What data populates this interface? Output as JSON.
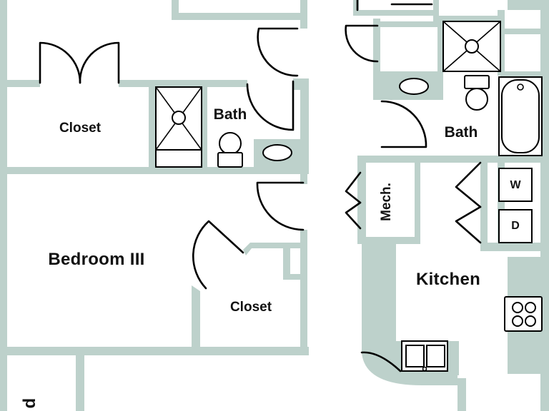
{
  "colors": {
    "wall": "#bdd1cb",
    "line": "#000000",
    "floor": "#ffffff",
    "text": "#111111"
  },
  "rooms": {
    "closet_top": "Closet",
    "bath_left": "Bath",
    "bedroom": "Bedroom III",
    "closet_bedroom": "Closet",
    "bath_right": "Bath",
    "mechanical": "Mech.",
    "kitchen": "Kitchen",
    "partial_room_letter": "d"
  },
  "appliances": {
    "washer": "W",
    "dryer": "D"
  },
  "icons": {
    "shower": "shower-icon",
    "toilet": "toilet-icon",
    "sink": "sink-icon",
    "bathtub": "bathtub-icon",
    "stove": "stove-icon",
    "kitchen_sink": "kitchen-sink-icon",
    "door_swing": "door-swing-icon"
  }
}
